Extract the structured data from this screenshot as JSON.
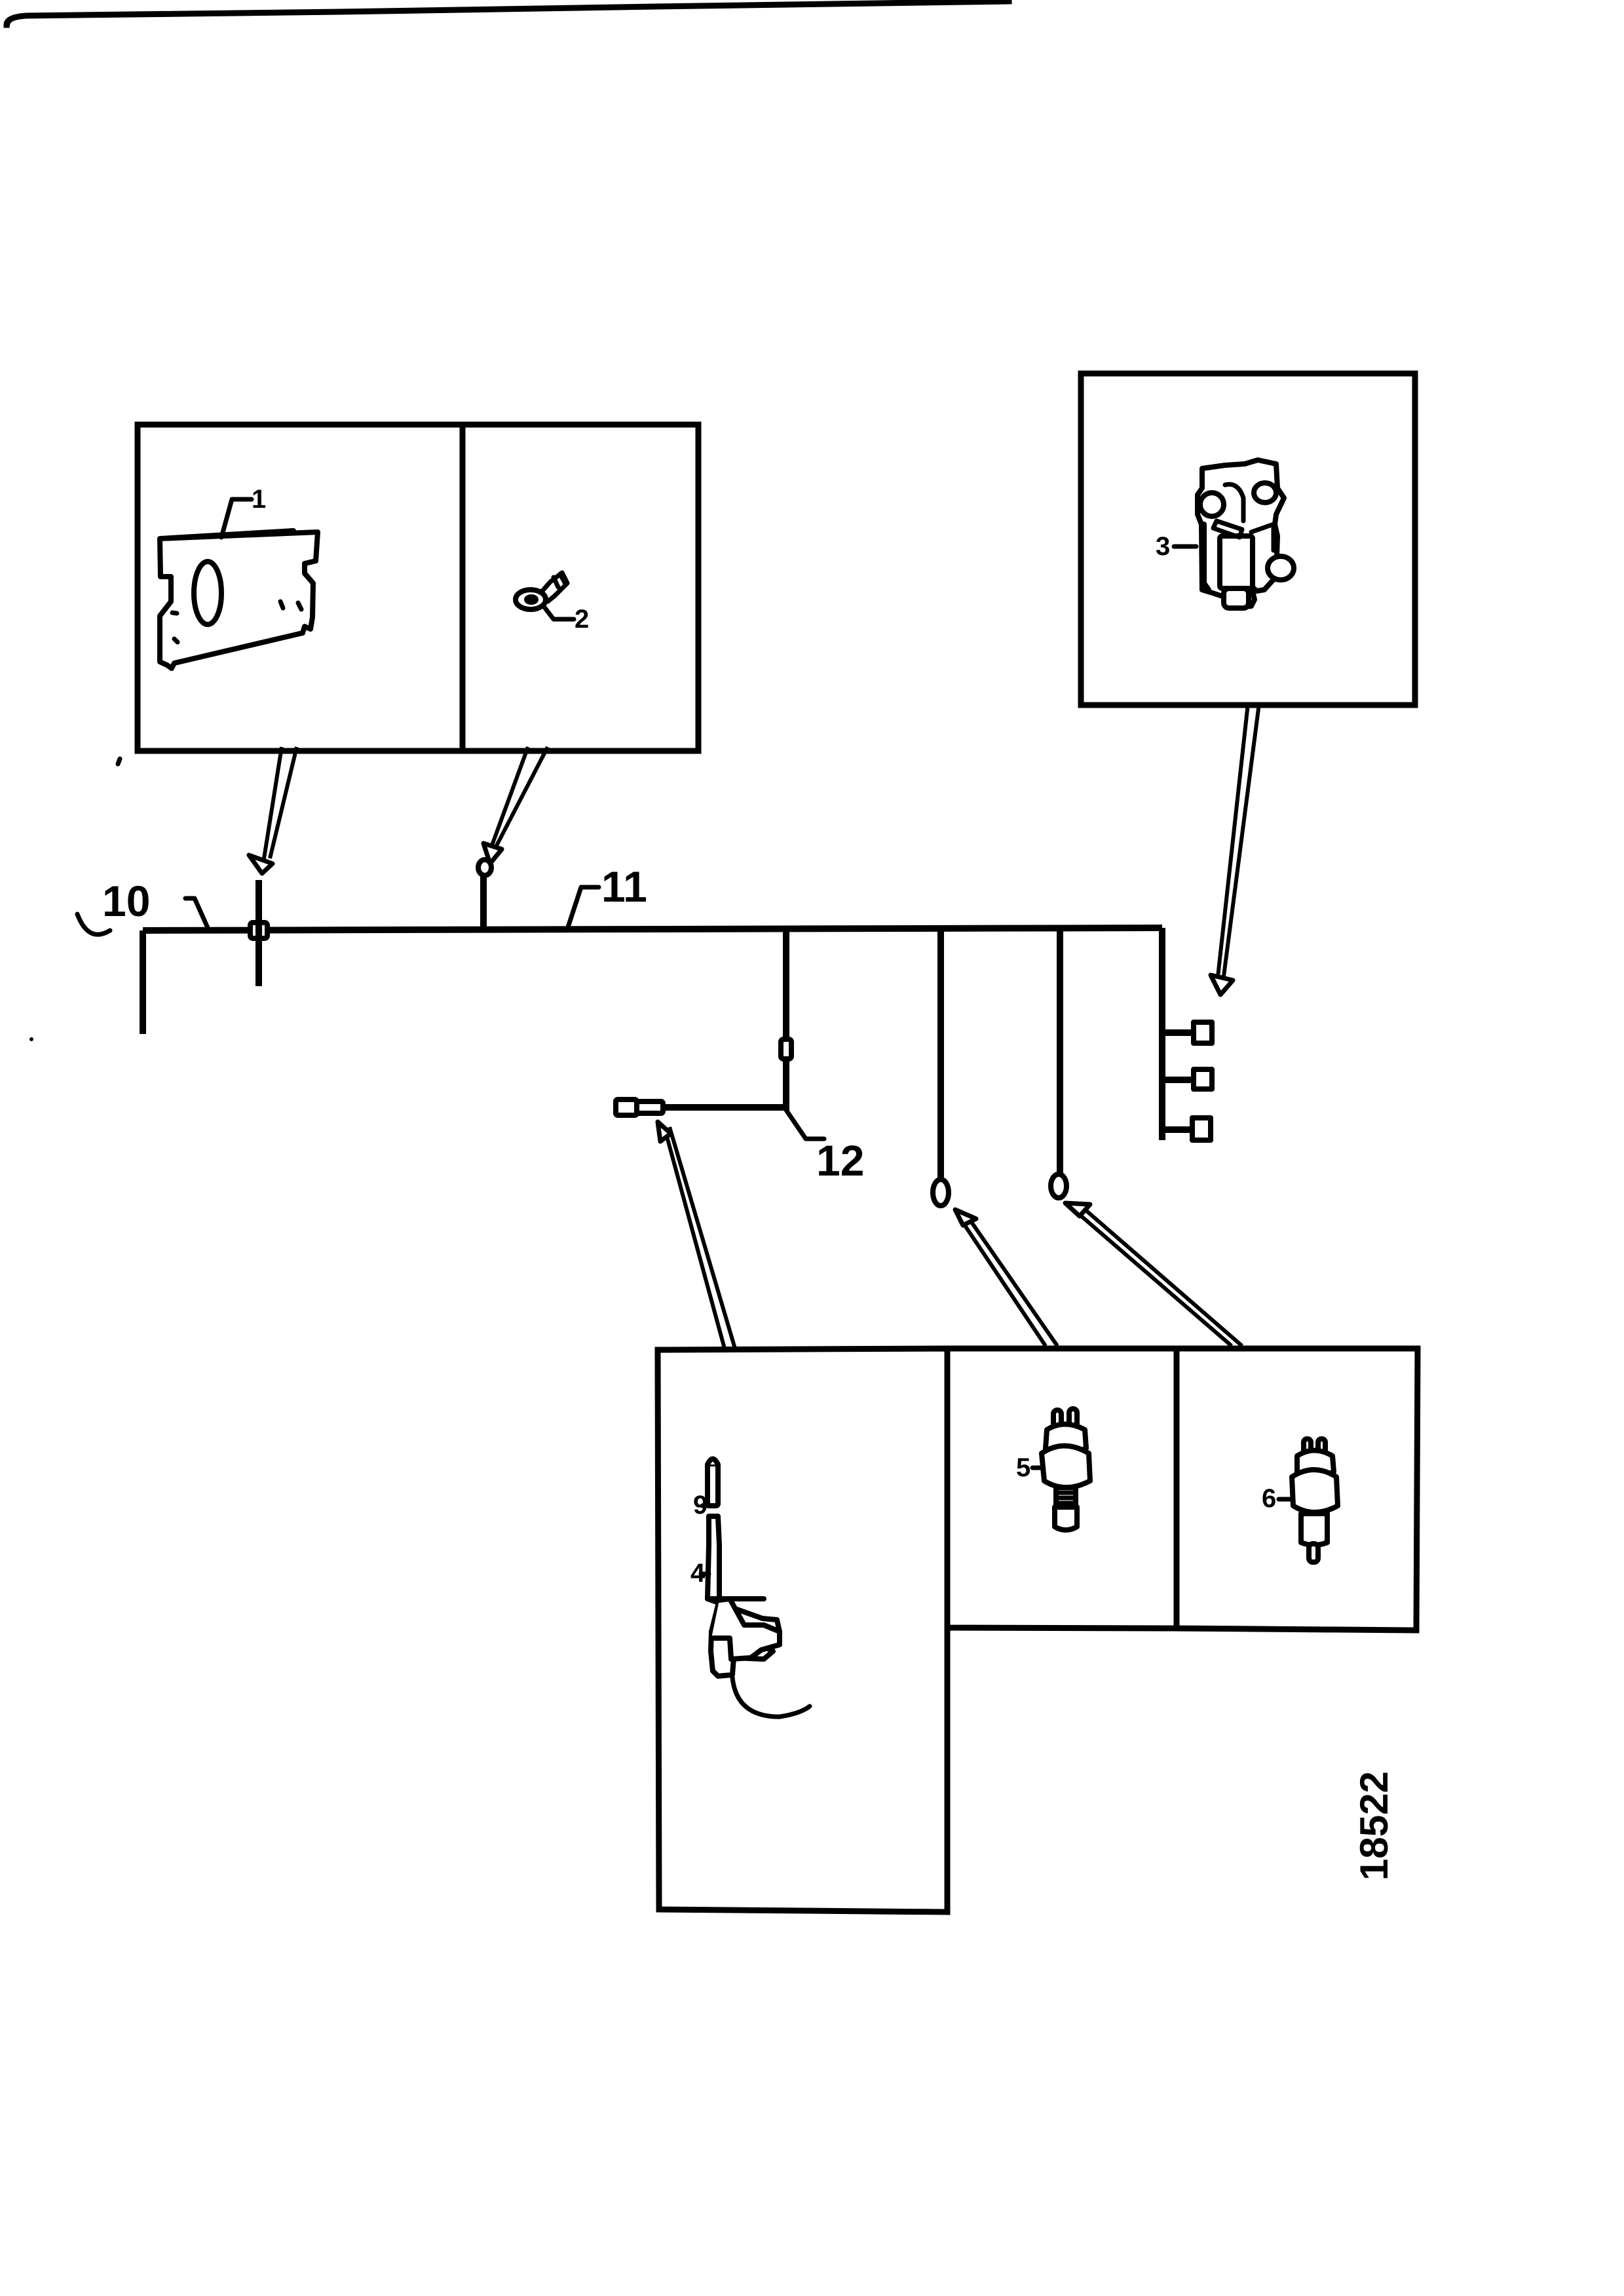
{
  "document": {
    "type": "wiring harness parts illustration",
    "reference_number": "18522"
  },
  "callouts": {
    "part_1": "1",
    "part_2": "2",
    "part_3": "3",
    "part_4": "4",
    "part_5": "5",
    "part_6": "6",
    "part_9": "9",
    "harness_10": "10",
    "harness_11": "11",
    "harness_12": "12"
  },
  "panels": [
    {
      "id": "panel-1",
      "contains": "1"
    },
    {
      "id": "panel-2",
      "contains": "2"
    },
    {
      "id": "panel-3",
      "contains": "3"
    },
    {
      "id": "panel-4",
      "contains": [
        "4",
        "9"
      ]
    },
    {
      "id": "panel-5",
      "contains": "5"
    },
    {
      "id": "panel-6",
      "contains": "6"
    }
  ],
  "colors": {
    "ink": "#000000",
    "paper": "#ffffff"
  }
}
